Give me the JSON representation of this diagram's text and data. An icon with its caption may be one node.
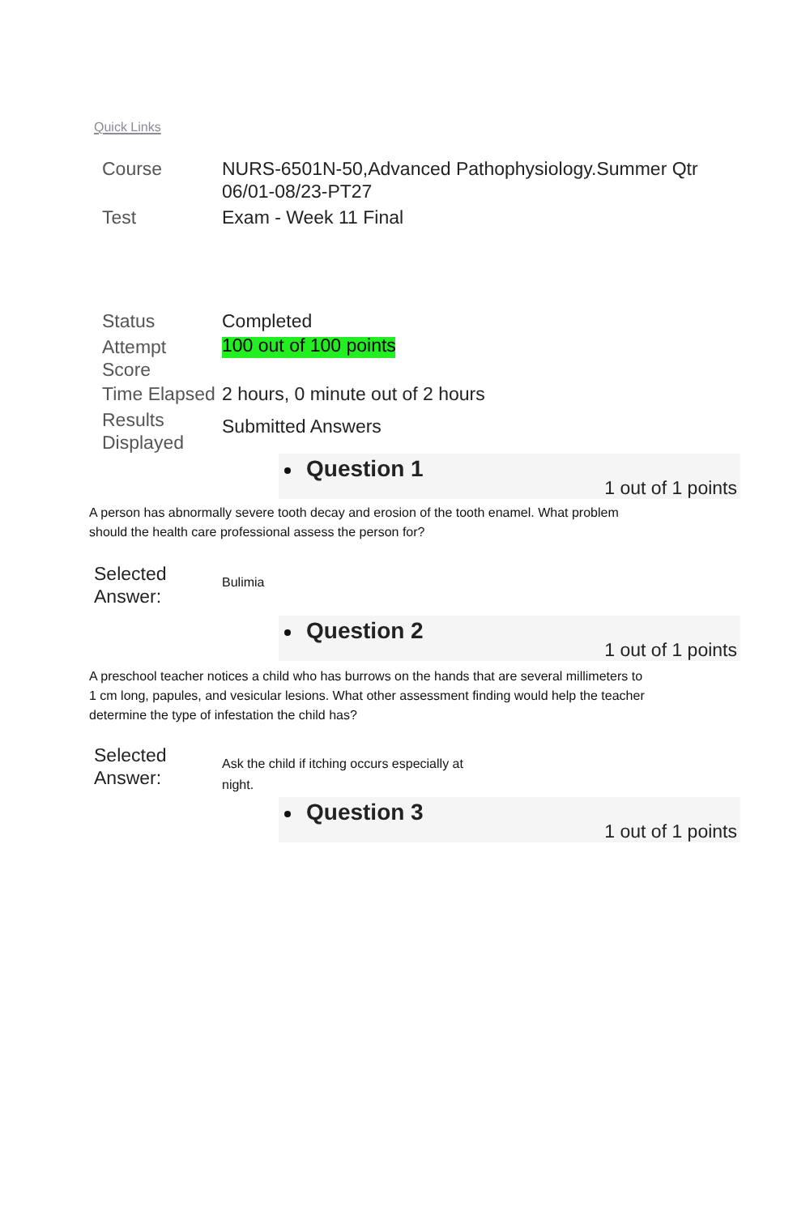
{
  "diagram": {
    "nodes": [
      {
        "text": [
          "Question 1",
          "1 out of 1 points"
        ]
      },
      {
        "text": [
          "Question 2",
          "1 out of 1 points"
        ]
      },
      {
        "text": [
          "Question 3",
          "1 out of 1 points"
        ]
      }
    ],
    "labels": [
      "Quick Links",
      "Course",
      "NURS-6501N-50,Advanced Pathophysiology.Summer Qtr 06/01-08/23-PT27",
      "Test",
      "Exam - Week 11 Final",
      "Status",
      "Completed",
      "Attempt Score",
      "100 out of 100 points",
      "Time Elapsed",
      "2 hours, 0 minute out of 2 hours",
      "Results Displayed",
      "Submitted Answers",
      "A person has abnormally severe tooth decay and erosion of the tooth enamel. What problem should the health care professional assess the person for?",
      "Selected Answer:",
      "Bulimia",
      "A preschool teacher notices a child who has burrows on the hands that are several millimeters to 1 cm long, papules, and vesicular lesions. What other assessment finding would help the teacher determine the type of infestation the child has?",
      "Selected Answer:",
      "Ask the child if itching occurs especially at night."
    ]
  }
}
